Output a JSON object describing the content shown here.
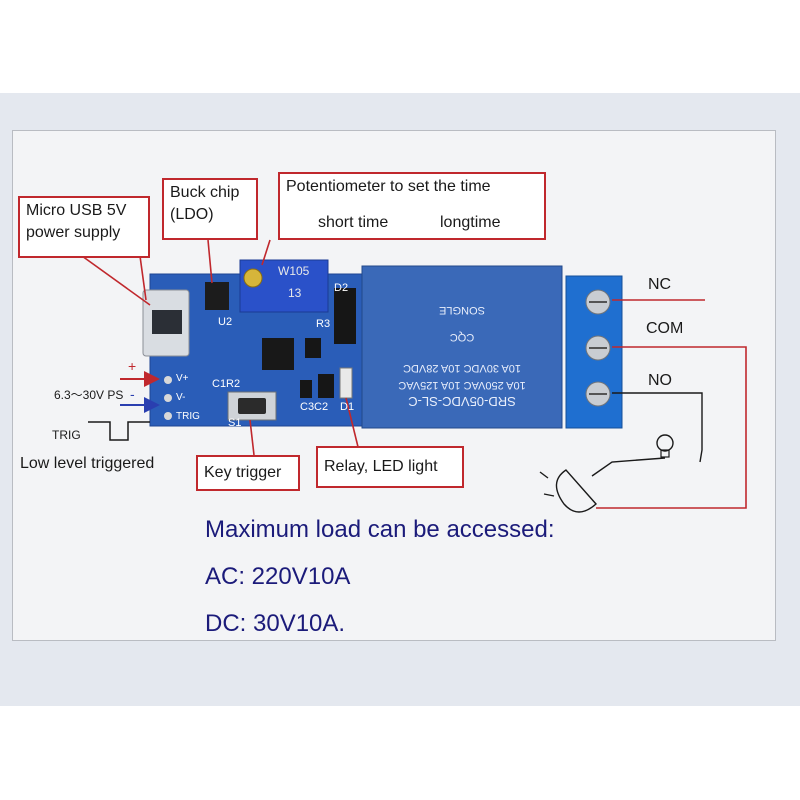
{
  "callouts": {
    "usb": [
      "Micro USB 5V",
      "power supply"
    ],
    "buck": [
      "Buck chip",
      "(LDO)"
    ],
    "pot_title": "Potentiometer to set the time",
    "pot_short": "short time",
    "pot_long": "longtime",
    "key": "Key trigger",
    "relay": "Relay, LED light"
  },
  "pins": {
    "plus": "+",
    "minus": "-",
    "ps_range": "6.3～30V PS",
    "vplus": "V+",
    "vminus": "V-",
    "trig_pin": "TRIG",
    "trig": "TRIG",
    "low_level": "Low level triggered"
  },
  "board_labels": {
    "u2": "U2",
    "c1r2": "C1R2",
    "s1": "S1",
    "c3c2": "C3C2",
    "d1": "D1",
    "d2": "D2",
    "r3": "R3",
    "pot_mark1": "W105",
    "pot_mark2": "13",
    "relay_model": "SRD-05VDC-SL-C",
    "relay_r1": "10A 250VAC  10A 125VAC",
    "relay_r2": "10A 30VDC  10A 28VDC",
    "relay_brand": "SONGLE",
    "relay_cqc": "CQC"
  },
  "terminals": {
    "nc": "NC",
    "com": "COM",
    "no": "NO"
  },
  "load": {
    "title": "Maximum load can be accessed:",
    "ac": "AC: 220V10A",
    "dc": "DC: 30V10A."
  },
  "colors": {
    "board": "#2a5db8",
    "terminal": "#1f6fd0",
    "relay": "#3a69b8",
    "callout_border": "#c0282d",
    "load_text": "#1b1b7a"
  },
  "icons": [
    "bulb-icon",
    "plug-icon",
    "screw-icon"
  ]
}
